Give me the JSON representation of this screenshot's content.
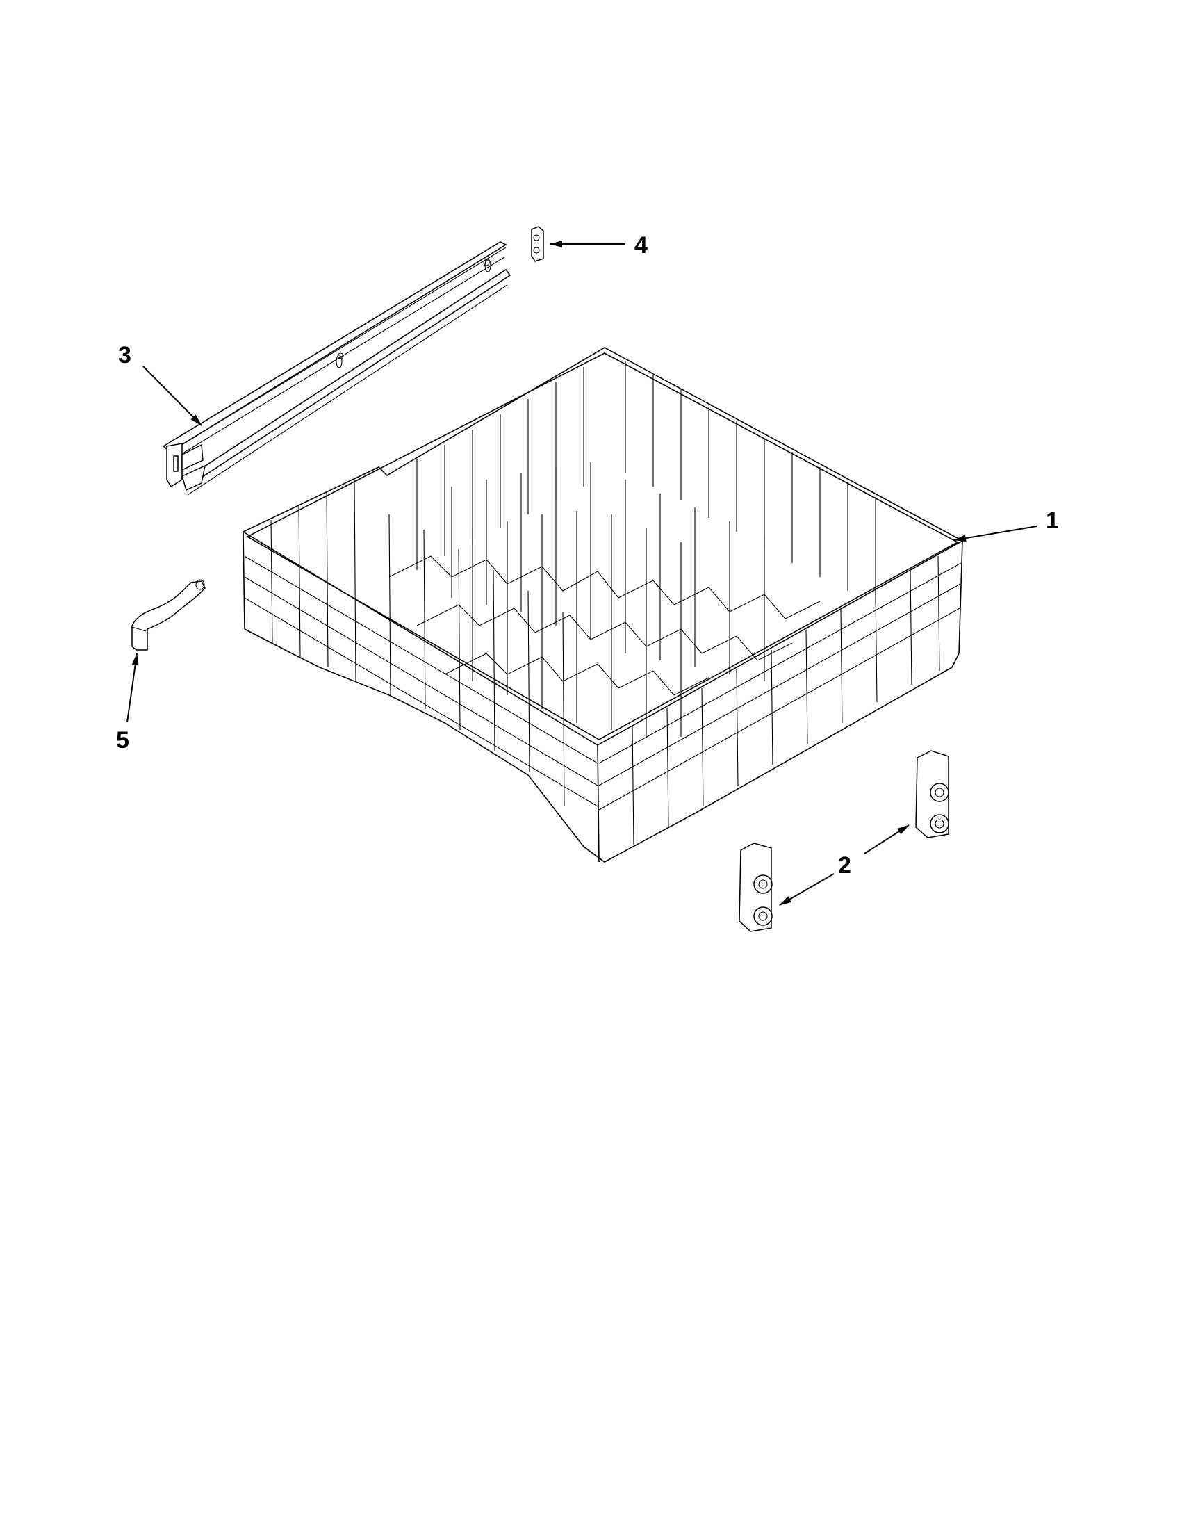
{
  "diagram": {
    "type": "exploded-parts-diagram",
    "subject": "Dishwasher upper rack assembly",
    "callouts": [
      {
        "id": "1",
        "label": "1",
        "part": "upper-rack-basket"
      },
      {
        "id": "2",
        "label": "2",
        "part": "rack-roller-adjuster"
      },
      {
        "id": "3",
        "label": "3",
        "part": "rack-slide-rail"
      },
      {
        "id": "4",
        "label": "4",
        "part": "rail-end-stop"
      },
      {
        "id": "5",
        "label": "5",
        "part": "adjuster-handle"
      }
    ],
    "colors": {
      "line": "#000000",
      "background": "#ffffff"
    }
  }
}
